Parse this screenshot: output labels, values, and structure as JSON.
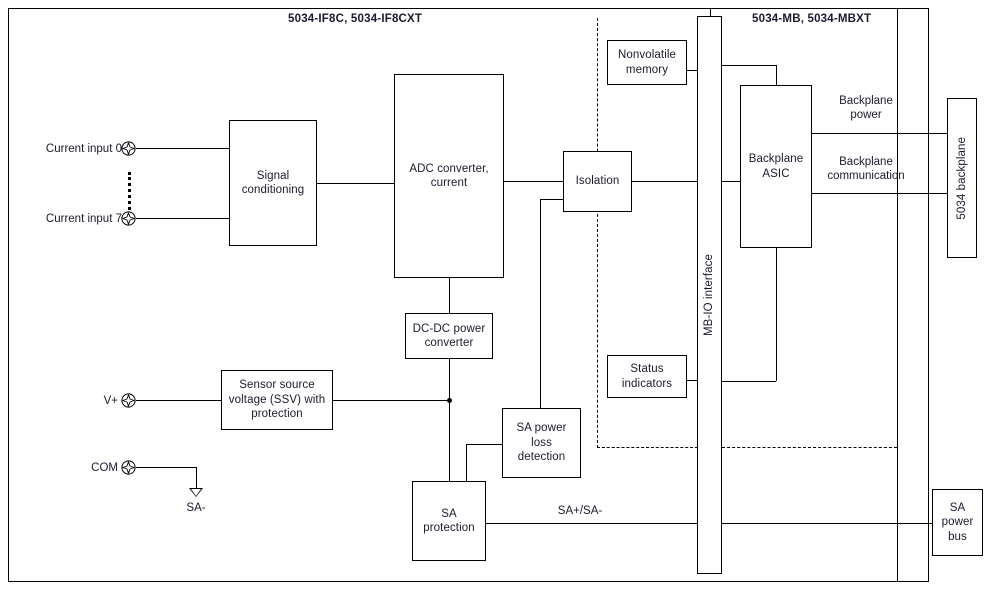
{
  "diagram": {
    "titles": {
      "left_module": "5034-IF8C, 5034-IF8CXT",
      "right_module": "5034-MB, 5034-MBXT"
    },
    "blocks": {
      "signal_conditioning": "Signal\nconditioning",
      "adc_converter": "ADC converter,\ncurrent",
      "isolation": "Isolation",
      "nonvolatile_memory": "Nonvolatile\nmemory",
      "status_indicators": "Status\nindicators",
      "dcdc_converter": "DC-DC power\nconverter",
      "ssv_protection": "Sensor source\nvoltage (SSV) with\nprotection",
      "sa_power_loss": "SA power\nloss\ndetection",
      "sa_protection": "SA\nprotection",
      "mb_io_interface": "MB-IO interface",
      "backplane_asic": "Backplane\nASIC",
      "backplane_5034": "5034 backplane",
      "sa_power_bus": "SA\npower\nbus"
    },
    "terminals": {
      "current_input_0": "Current input 0",
      "current_input_7": "Current input 7",
      "v_plus": "V+",
      "com": "COM",
      "sa_minus": "SA-"
    },
    "wire_labels": {
      "backplane_power": "Backplane\npower",
      "backplane_communication": "Backplane\ncommunication",
      "sa_plus_sa_minus": "SA+/SA-"
    },
    "colors": {
      "line": "#000000",
      "text": "#1a1a2e",
      "background": "#ffffff"
    }
  }
}
